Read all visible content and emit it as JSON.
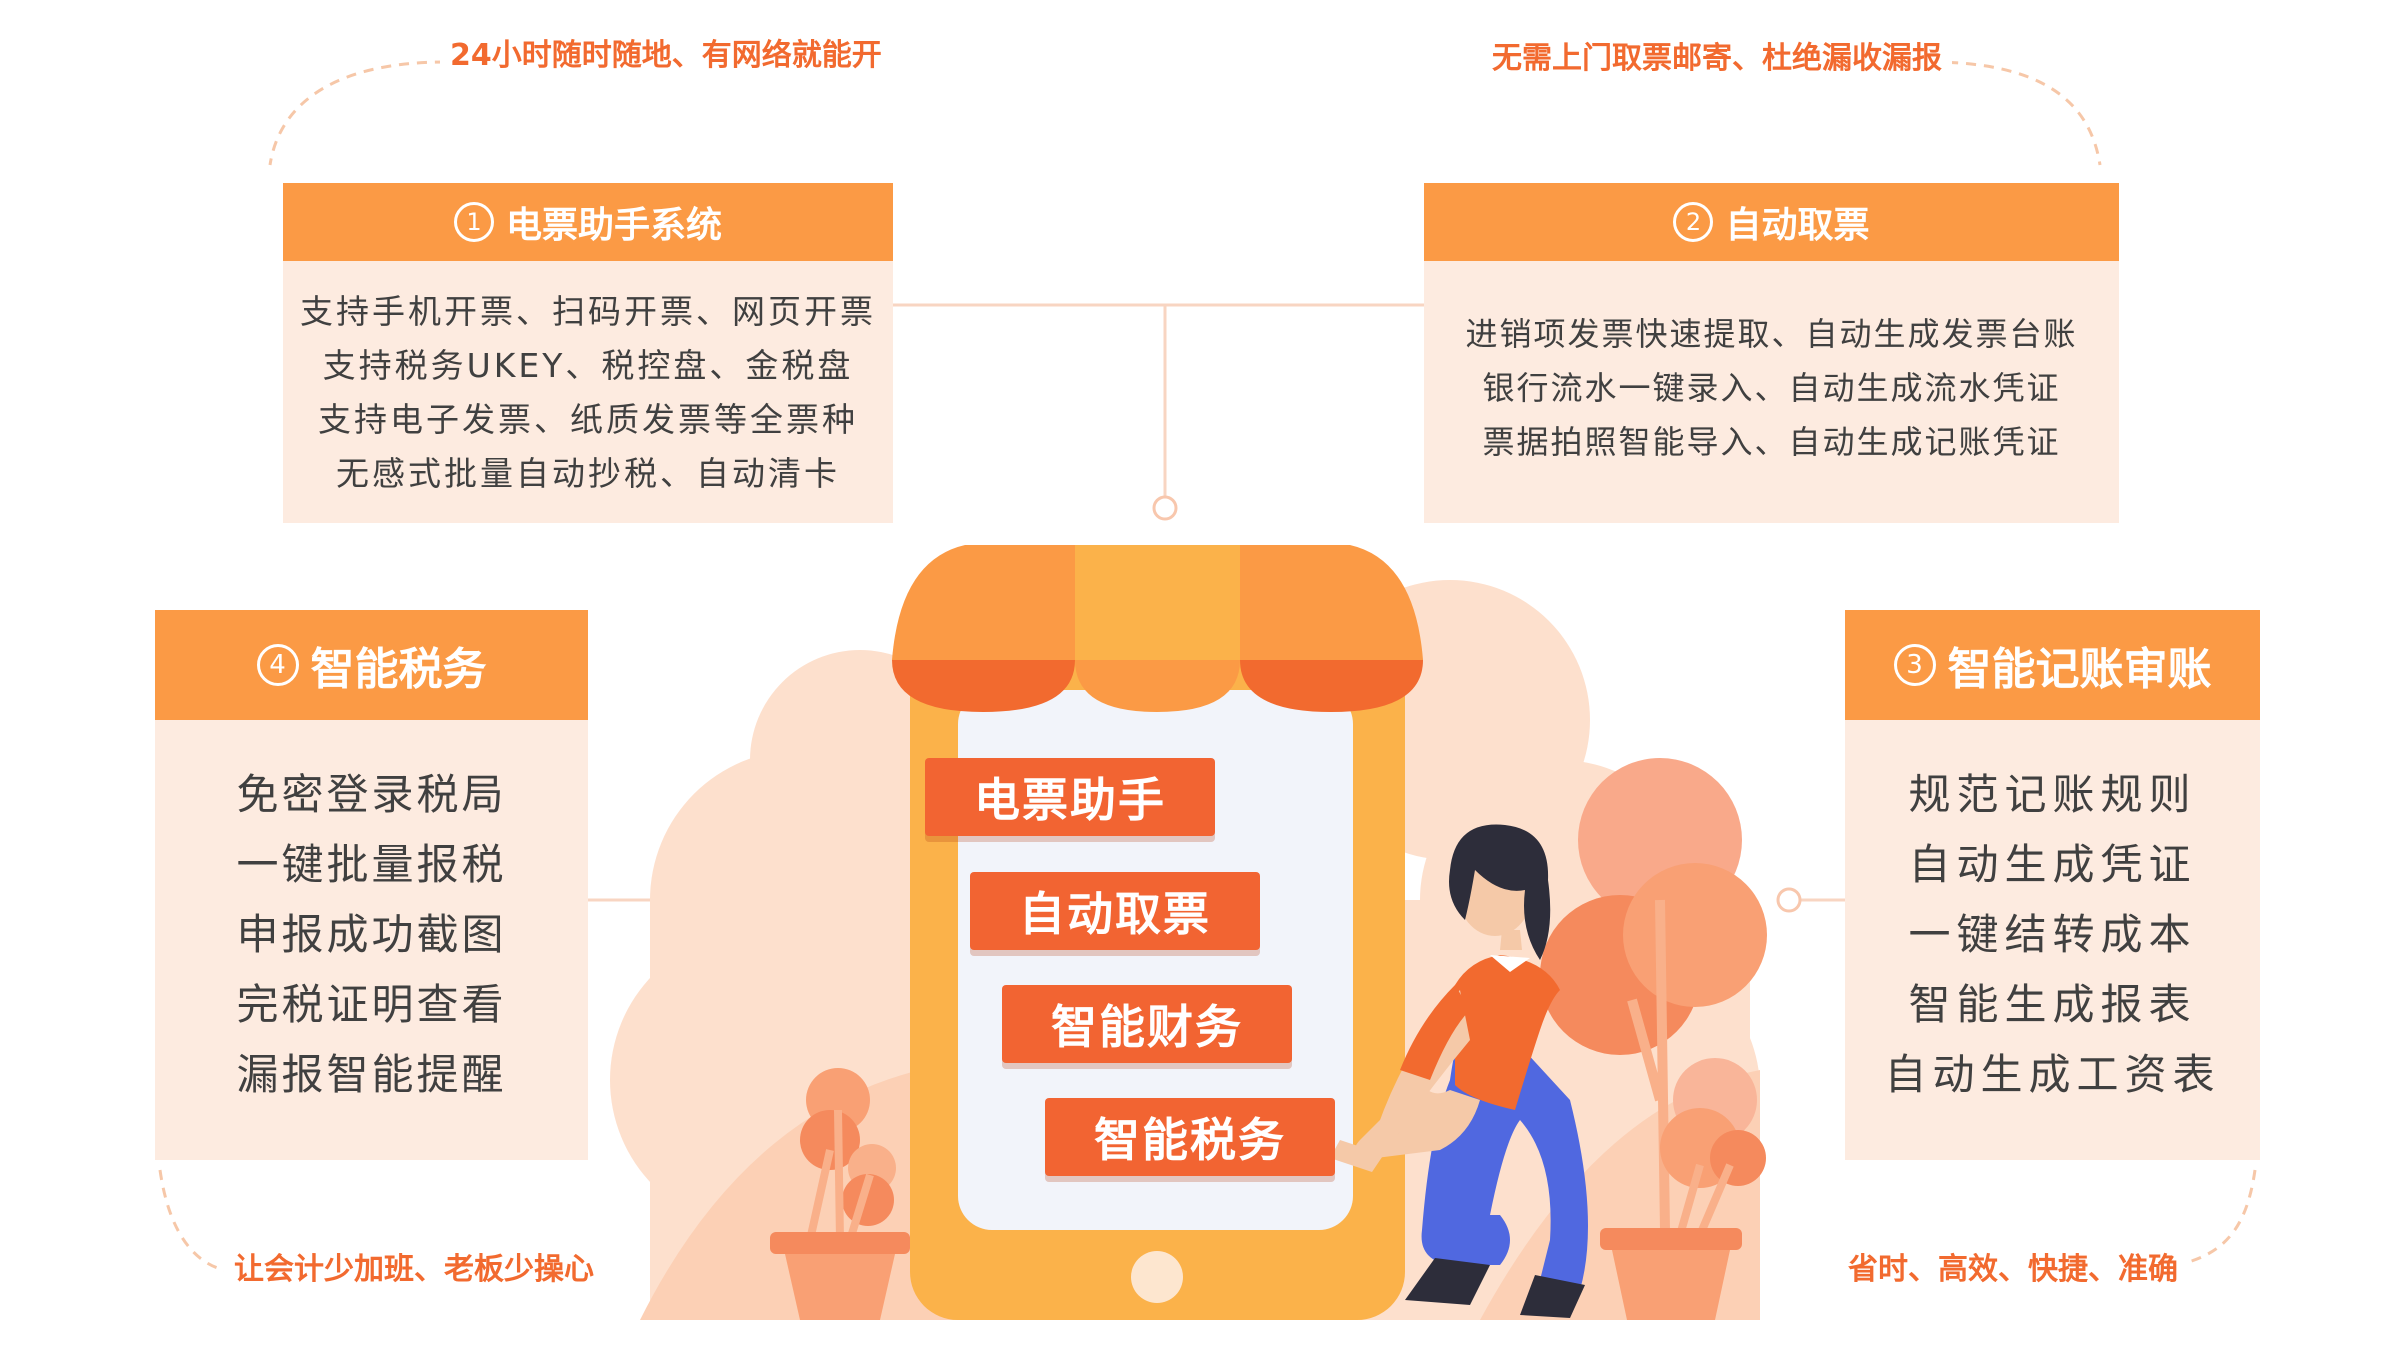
{
  "colors": {
    "accent": "#fb9a45",
    "button": "#f26432",
    "tag_text": "#f26a2f",
    "card_bg": "#fdebe0",
    "text": "#404040"
  },
  "tags": {
    "top_left": "24小时随时随地、有网络就能开",
    "top_right": "无需上门取票邮寄、杜绝漏收漏报",
    "bottom_left": "让会计少加班、老板少操心",
    "bottom_right": "省时、高效、快捷、准确"
  },
  "cards": {
    "c1": {
      "num": "1",
      "title": "电票助手系统",
      "lines": [
        "支持手机开票、扫码开票、网页开票",
        "支持税务UKEY、税控盘、金税盘",
        "支持电子发票、纸质发票等全票种",
        "无感式批量自动抄税、自动清卡"
      ]
    },
    "c2": {
      "num": "2",
      "title": "自动取票",
      "lines": [
        "进销项发票快速提取、自动生成发票台账",
        "银行流水一键录入、自动生成流水凭证",
        "票据拍照智能导入、自动生成记账凭证"
      ]
    },
    "c3": {
      "num": "3",
      "title": "智能记账审账",
      "lines": [
        "规范记账规则",
        "自动生成凭证",
        "一键结转成本",
        "智能生成报表",
        "自动生成工资表"
      ]
    },
    "c4": {
      "num": "4",
      "title": "智能税务",
      "lines": [
        "免密登录税局",
        "一键批量报税",
        "申报成功截图",
        "完税证明查看",
        "漏报智能提醒"
      ]
    }
  },
  "buttons": [
    "电票助手",
    "自动取票",
    "智能财务",
    "智能税务"
  ]
}
